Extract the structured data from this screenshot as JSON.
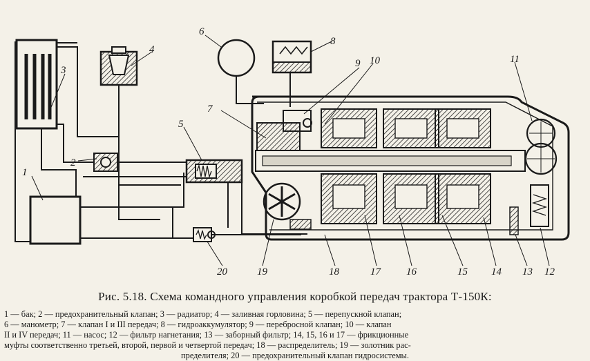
{
  "figure": {
    "caption": "Рис. 5.18. Схема командного управления коробкой передач трактора Т-150К:",
    "labels": [
      "1",
      "2",
      "3",
      "4",
      "5",
      "6",
      "7",
      "8",
      "9",
      "10",
      "11",
      "12",
      "13",
      "14",
      "15",
      "16",
      "17",
      "18",
      "19",
      "20"
    ],
    "legend_lines": [
      "1 — бак; 2 — предохранительный клапан; 3 — радиатор; 4 — заливная горловина; 5 — перепускной клапан;",
      "6 — манометр; 7 — клапан I и III передач; 8 — гидроаккумулятор; 9 — перебросной клапан; 10 — клапан",
      "II и IV передач; 11 — насос; 12 — фильтр нагнетания; 13 — заборный фильтр; 14, 15, 16 и 17 — фрикционные",
      "муфты соответственно третьей, второй, первой и четвертой передач; 18 — распределитель; 19 — золотник рас-",
      "пределителя; 20 — предохранительный клапан гидросистемы."
    ]
  }
}
